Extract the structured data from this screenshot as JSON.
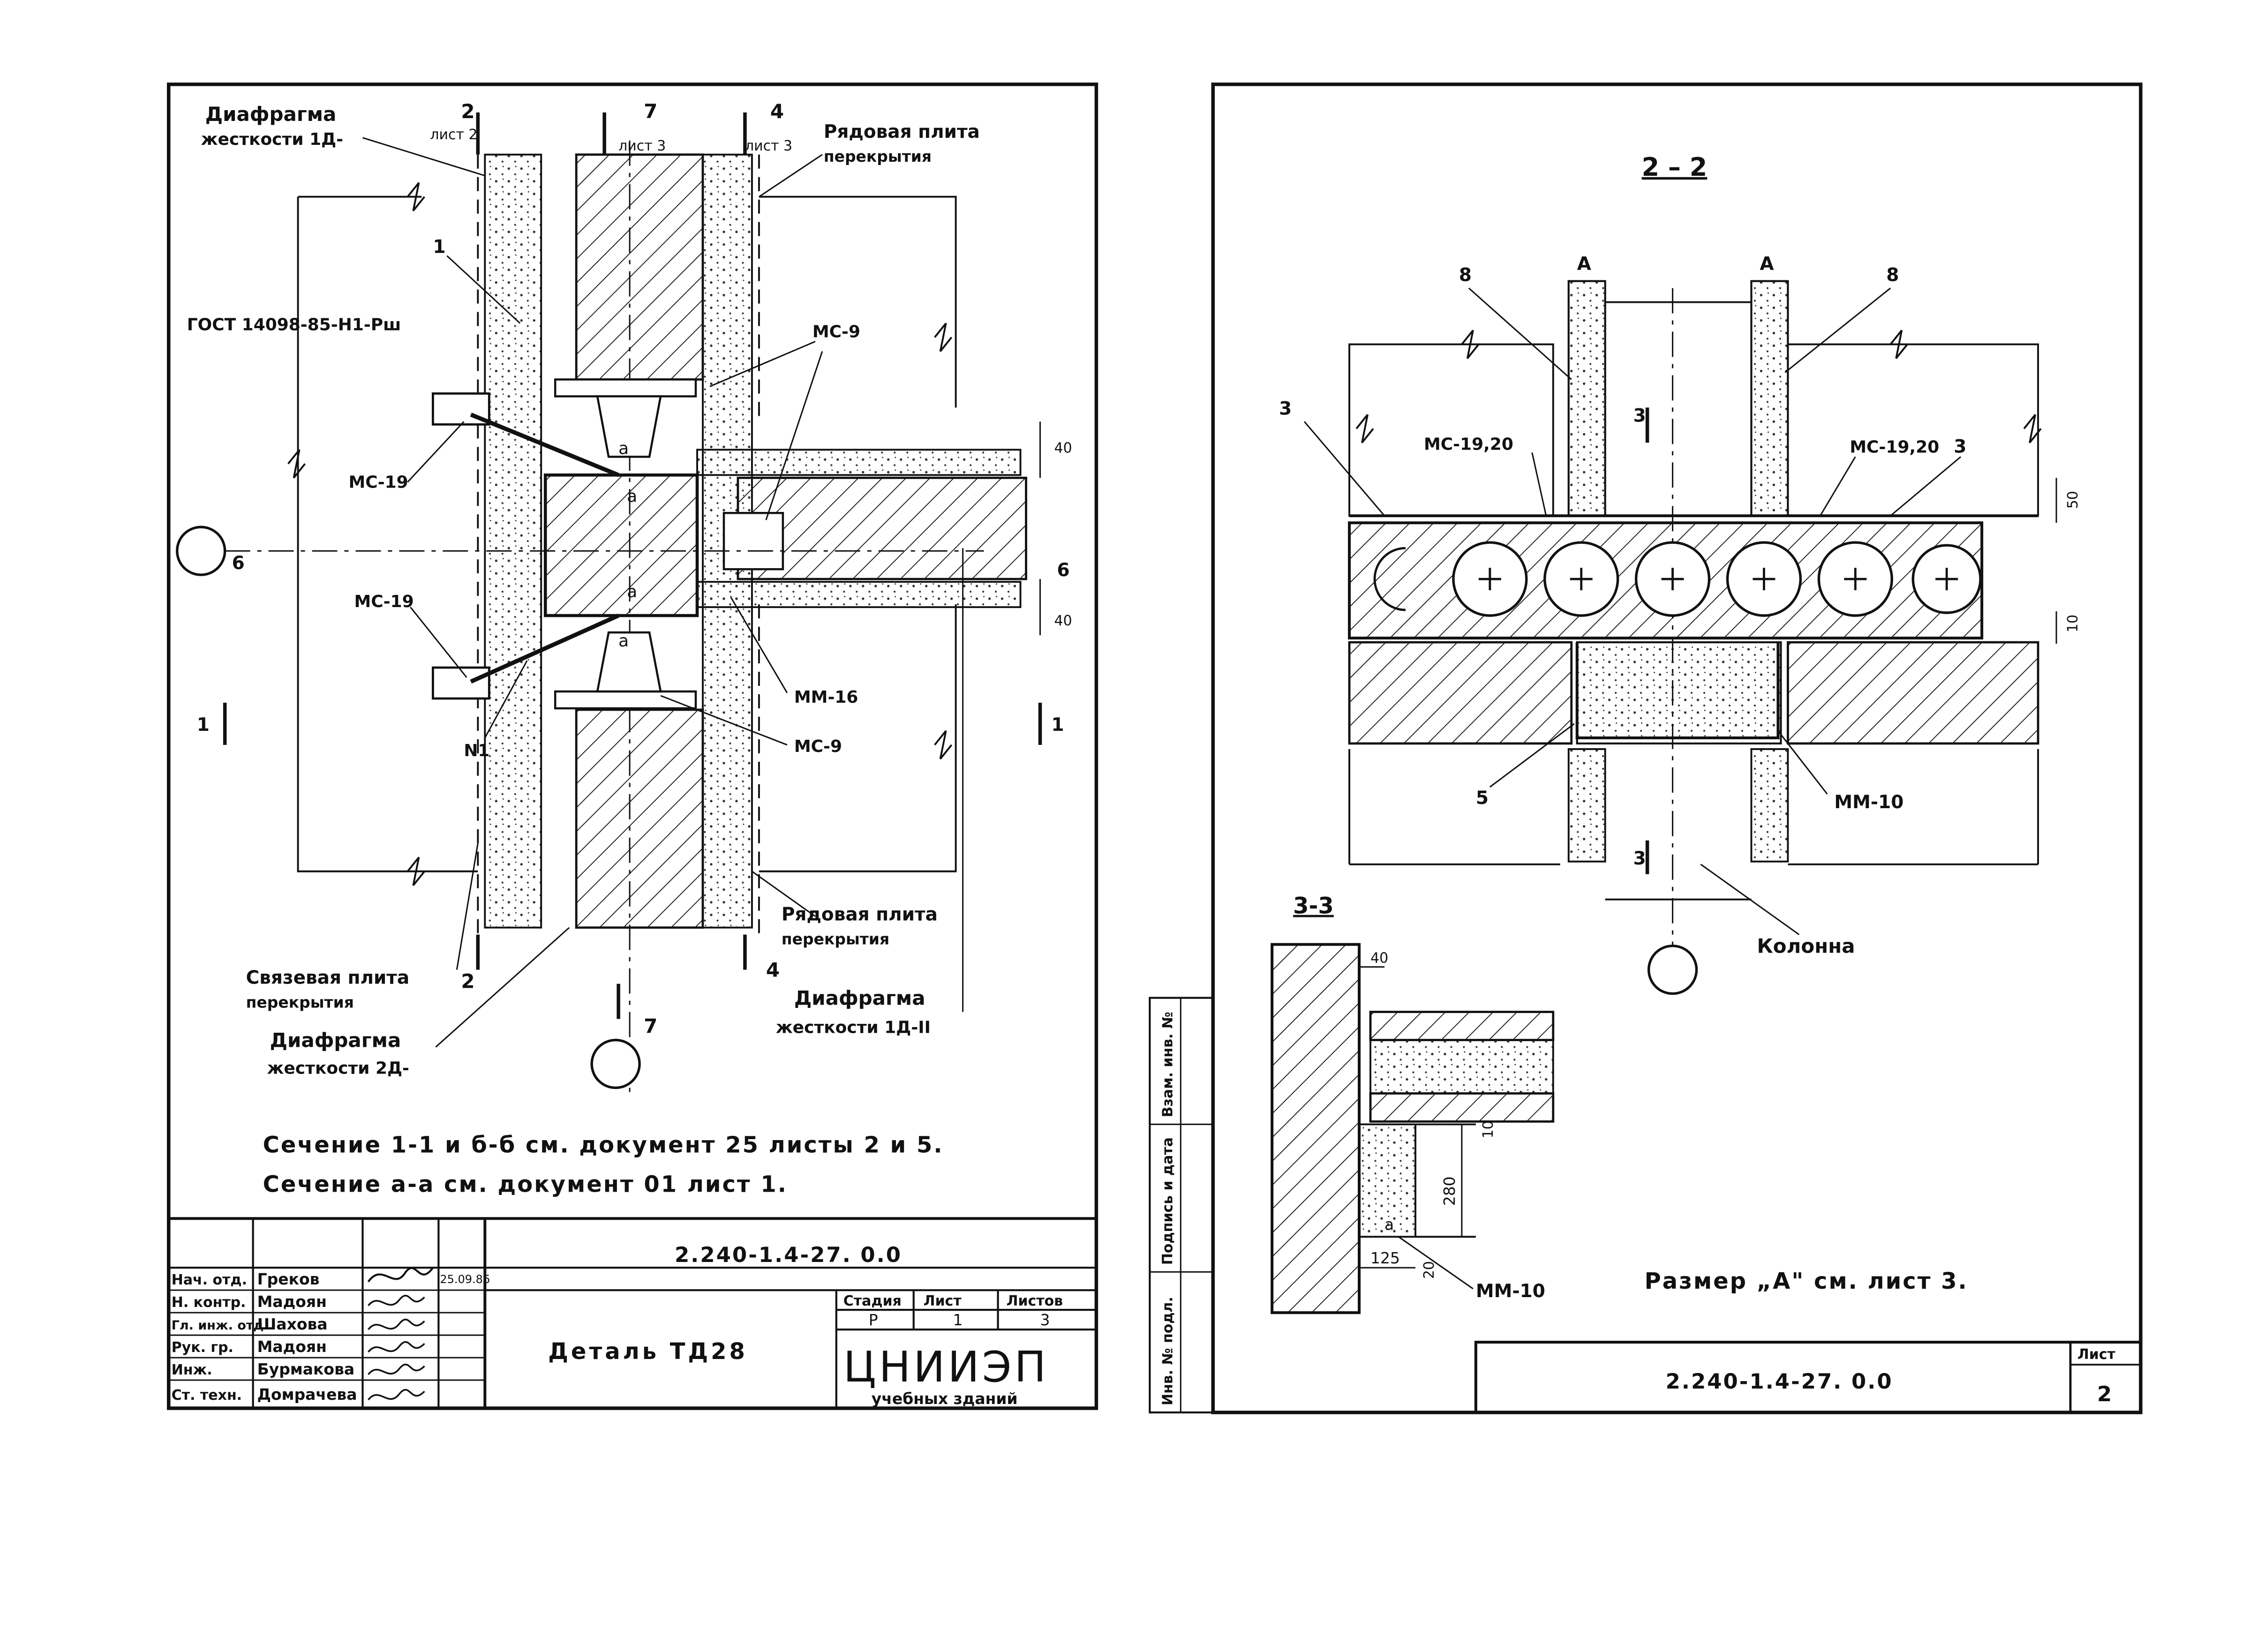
{
  "left_sheet": {
    "labels": {
      "diaphragm_1d_a": "Диафрагма",
      "diaphragm_1d_b": "жесткости 1Д-",
      "sec2_top": "2",
      "sec2_top_sheet": "лист 2",
      "sec7_top": "7",
      "sec7_top_sheet": "лист 3",
      "sec4_top": "4",
      "sec4_top_sheet": "лист 3",
      "row_slab_top_a": "Рядовая плита",
      "row_slab_top_b": "перекрытия",
      "gost": "ГОСТ 14098-85-Н1-Рш",
      "callout_1": "1",
      "callout_ms9_top": "МС-9",
      "callout_ms19_top": "МС-19",
      "dim_40_top": "40",
      "sec6_left": "6",
      "sec6_right": "6",
      "dim_40_bot": "40",
      "callout_ms19_bot": "МС-19",
      "callout_mm16": "ММ-16",
      "sec1_left": "1",
      "sec1_right": "1",
      "callout_n1": "N1",
      "callout_ms9_bot": "МС-9",
      "a_top": "а",
      "a_mid1": "а",
      "a_mid2": "а",
      "a_bot": "а",
      "row_slab_bot_a": "Рядовая плита",
      "row_slab_bot_b": "перекрытия",
      "sec2_bot": "2",
      "sec4_bot": "4",
      "tie_slab_a": "Связевая плита",
      "tie_slab_b": "перекрытия",
      "diaphragm_1d_bot_a": "Диафрагма",
      "diaphragm_1d_bot_b": "жесткости 1Д-II",
      "diaphragm_2d_a": "Диафрагма",
      "diaphragm_2d_b": "жесткости 2Д-",
      "sec7_bot": "7",
      "note_1": "Сечение 1-1 и б-б см. документ 25 листы 2 и 5.",
      "note_2": "Сечение а-а см. документ 01 лист 1."
    },
    "title_block": {
      "doc_code": "2.240-1.4-27. 0.0",
      "title": "Деталь ТД28",
      "stage_header": "Стадия",
      "sheet_header": "Лист",
      "sheets_header": "Листов",
      "stage_value": "Р",
      "sheet_value": "1",
      "sheets_value": "3",
      "org_name": "ЦНИИЭП",
      "org_sub": "учебных зданий",
      "date": "25.09.86",
      "staff": [
        {
          "role": "Нач. отд.",
          "name": "Греков"
        },
        {
          "role": "Н. контр.",
          "name": "Мадоян"
        },
        {
          "role": "Гл. инж. отд.",
          "name": "Шахова"
        },
        {
          "role": "Рук. гр.",
          "name": "Мадоян"
        },
        {
          "role": "Инж.",
          "name": "Бурмакова"
        },
        {
          "role": "Ст. техн.",
          "name": "Домрачева"
        }
      ]
    }
  },
  "right_sheet": {
    "labels": {
      "section_22": "2 – 2",
      "dim_a_left": "А",
      "dim_a_right": "А",
      "callout_8_left": "8",
      "callout_8_right": "8",
      "callout_3_left": "3",
      "callout_ms1920_left": "МС-19,20",
      "callout_ms1920_right": "МС-19,20",
      "callout_3_right": "3",
      "sec3_top": "3",
      "dim_50": "50",
      "dim_10": "10",
      "callout_5": "5",
      "callout_mm10": "ММ-10",
      "sec3_bot": "3",
      "column": "Колонна",
      "section_33": "3-3",
      "dim_40": "40",
      "dim_10_v": "10",
      "dim_280": "280",
      "dim_125": "125",
      "dim_20": "20",
      "callout_mm10_33": "ММ-10",
      "a_33": "а",
      "note_size_a": "Размер „А\" см. лист 3.",
      "doc_code": "2.240-1.4-27. 0.0",
      "sheet_header": "Лист",
      "sheet_no": "2"
    },
    "side_stamp": [
      "Взам. инв. №",
      "Подпись и дата",
      "Инв. № подл."
    ]
  }
}
